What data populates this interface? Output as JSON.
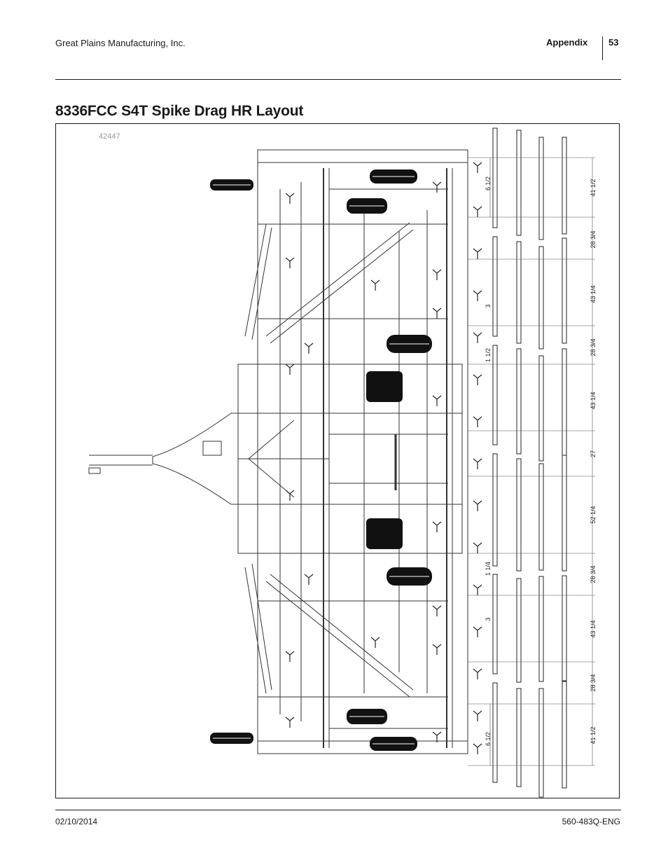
{
  "header": {
    "company": "Great Plains Manufacturing, Inc.",
    "section": "Appendix",
    "page_number": "53"
  },
  "title": "8336FCC S4T Spike Drag HR Layout",
  "figure": {
    "number": "42447",
    "dimensions": [
      "41 1/2",
      "28 3/4",
      "43 1/4",
      "28 3/4",
      "43 1/4",
      "27",
      "52 1/4",
      "28 3/4",
      "43 1/4",
      "28 3/4",
      "41 1/2"
    ],
    "offsets": [
      "6 1/2",
      "3",
      "1 1/2",
      "1 1/4",
      "3",
      "6 1/2"
    ]
  },
  "footer": {
    "date": "02/10/2014",
    "doc_number": "560-483Q-ENG"
  }
}
